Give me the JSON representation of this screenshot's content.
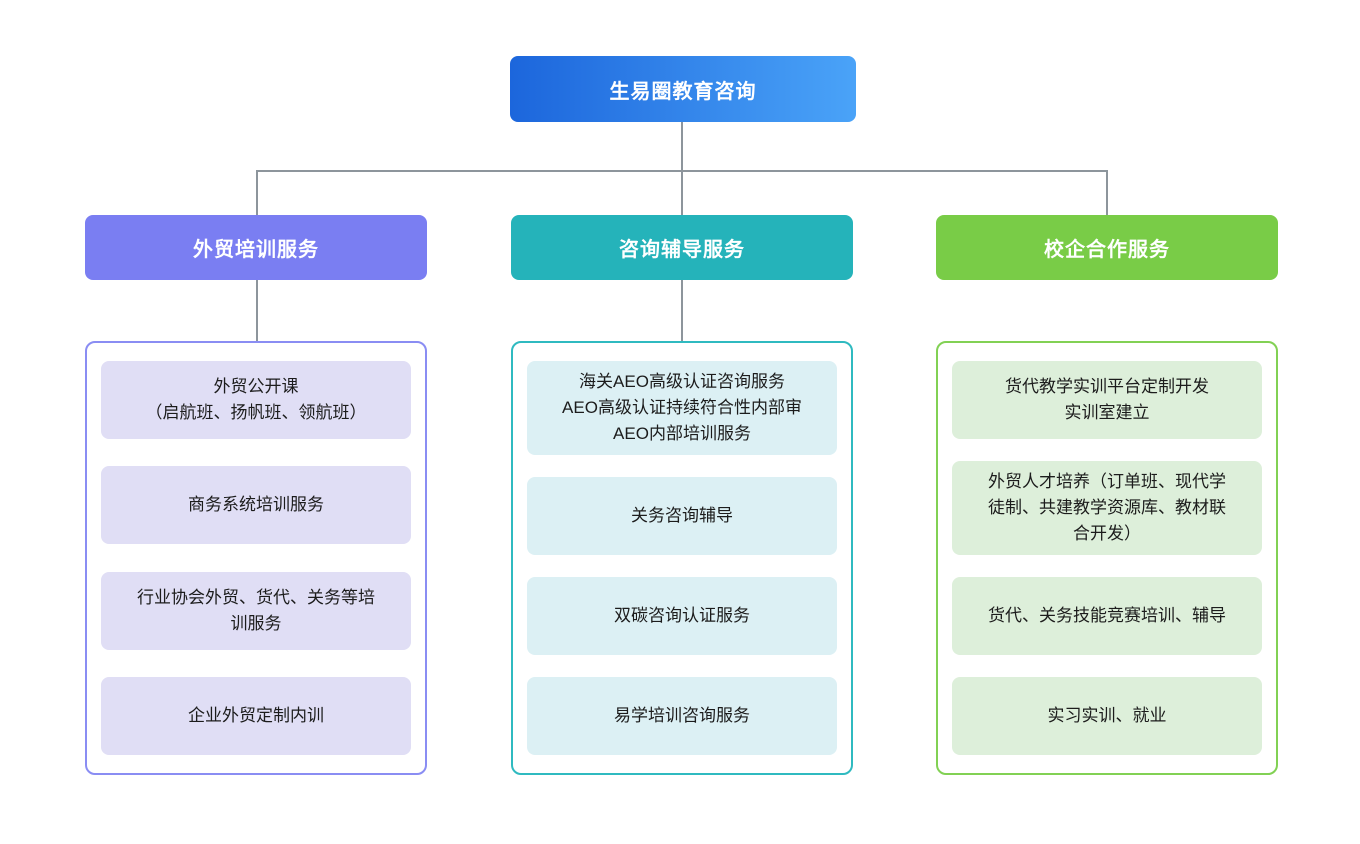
{
  "root": {
    "title": "生易圈教育咨询"
  },
  "connector_color": "#8d959c",
  "root_colors": {
    "gradient_start": "#1c66dc",
    "gradient_end": "#4aa3f8",
    "text": "#ffffff"
  },
  "branches": [
    {
      "label": "外贸培训服务",
      "header_color": "#7a7ef2",
      "border_color": "#8a8df3",
      "item_bg": "#e0def5",
      "items": [
        "外贸公开课\n（启航班、扬帆班、领航班）",
        "商务系统培训服务",
        "行业协会外贸、货代、关务等培\n训服务",
        "企业外贸定制内训"
      ]
    },
    {
      "label": "咨询辅导服务",
      "header_color": "#25b3ba",
      "border_color": "#2fbac0",
      "item_bg": "#dcf0f4",
      "items": [
        "海关AEO高级认证咨询服务\nAEO高级认证持续符合性内部审\nAEO内部培训服务",
        "关务咨询辅导",
        "双碳咨询认证服务",
        "易学培训咨询服务"
      ]
    },
    {
      "label": "校企合作服务",
      "header_color": "#79cc47",
      "border_color": "#82d154",
      "item_bg": "#ddefda",
      "items": [
        "货代教学实训平台定制开发\n实训室建立",
        "外贸人才培养（订单班、现代学\n徒制、共建教学资源库、教材联\n合开发）",
        "货代、关务技能竞赛培训、辅导",
        "实习实训、就业"
      ]
    }
  ]
}
